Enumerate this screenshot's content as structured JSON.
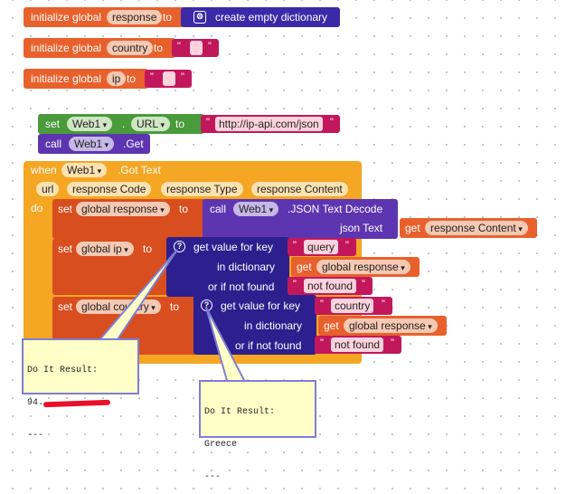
{
  "init_response": {
    "kw1": "initialize global",
    "name": "response",
    "to": "to",
    "value": "create empty dictionary"
  },
  "init_country": {
    "kw1": "initialize global",
    "name": "country",
    "to": "to"
  },
  "init_ip": {
    "kw1": "initialize global",
    "name": "ip",
    "to": "to"
  },
  "set_url": {
    "set": "set",
    "component": "Web1",
    "dot": ".",
    "prop": "URL",
    "to": "to",
    "value": "http://ip-api.com/json"
  },
  "call_get": {
    "call": "call",
    "component": "Web1",
    "method": ".Get"
  },
  "event": {
    "when": "when",
    "component": "Web1",
    "name": ".Got Text",
    "params": [
      "url",
      "response Code",
      "response Type",
      "response Content"
    ],
    "do": "do"
  },
  "set_response": {
    "set": "set",
    "var": "global response",
    "to": "to",
    "call": "call",
    "component": "Web1",
    "method": ".JSON Text Decode",
    "arg_label": "json Text",
    "get": "get",
    "get_var": "response Content"
  },
  "set_ip": {
    "set": "set",
    "var": "global ip",
    "to": "to",
    "label1": "get value for key",
    "key": "query",
    "label2": "in dictionary",
    "get": "get",
    "dict_var": "global response",
    "label3": "or if not found",
    "default": "not found"
  },
  "set_country": {
    "set": "set",
    "var": "global country",
    "to": "to",
    "label1": "get value for key",
    "key": "country",
    "label2": "in dictionary",
    "get": "get",
    "dict_var": "global response",
    "label3": "or if not found",
    "default": "not found"
  },
  "bubble_ip": {
    "line1": "Do It Result:",
    "line2": "94.",
    "line3": "---"
  },
  "bubble_country": {
    "line1": "Do It Result:",
    "line2": "Greece",
    "line3": "---"
  },
  "colors": {
    "variables": "#e8612c",
    "web": "#4a9b3b",
    "event": "#f5a623",
    "dictionary": "#2d1f8e",
    "text": "#c2185b"
  }
}
